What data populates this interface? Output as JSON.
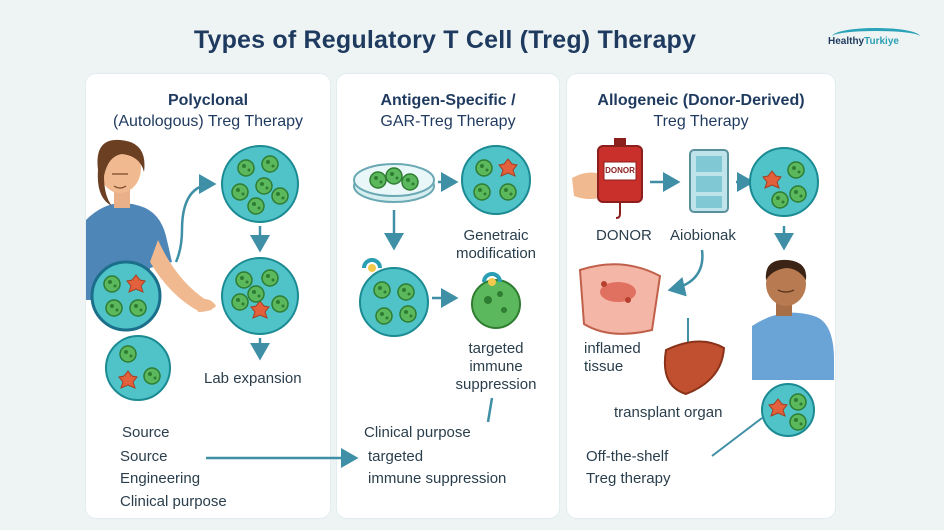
{
  "title": "Types of Regulatory T Cell (Treg) Therapy",
  "logo": {
    "part1": "Healthy",
    "part2": "Turkiye"
  },
  "colors": {
    "title": "#1f3a5f",
    "cell_fill": "#4fc3c8",
    "cell_border": "#1b8a93",
    "inner_cell": "#5cb85c",
    "activated_cell": "#e2603b",
    "arrow": "#3f8fa6"
  },
  "panels": [
    {
      "heading_line1": "Polyclonal",
      "heading_line2": "(Autologous) Treg Therapy",
      "labels": {
        "lab_expansion": "Lab expansion",
        "source_a": "Source",
        "source_b": "Source",
        "engineering": "Engineering",
        "clinical_purpose": "Clinical purpose"
      }
    },
    {
      "heading_line1": "Antigen-Specific /",
      "heading_line2": "GAR-Treg Therapy",
      "labels": {
        "genetic_line1": "Genetraic",
        "genetic_line2": "modification",
        "targeted_line1": "targeted",
        "targeted_line2": "immune",
        "targeted_line3": "suppression",
        "clinical_purpose": "Clinical purpose",
        "bottom_line1": "targeted",
        "bottom_line2": "immune suppression"
      }
    },
    {
      "heading_line1": "Allogeneic (Donor-Derived)",
      "heading_line2": "Treg Therapy",
      "labels": {
        "bag": "DONOR",
        "donor": "DONOR",
        "biobank": "Aiobionak",
        "inflamed_line1": "inflamed",
        "inflamed_line2": "tissue",
        "transplant": "transplant organ",
        "offshelf_line1": "Off-the-shelf",
        "offshelf_line2": "Treg therapy"
      }
    }
  ]
}
